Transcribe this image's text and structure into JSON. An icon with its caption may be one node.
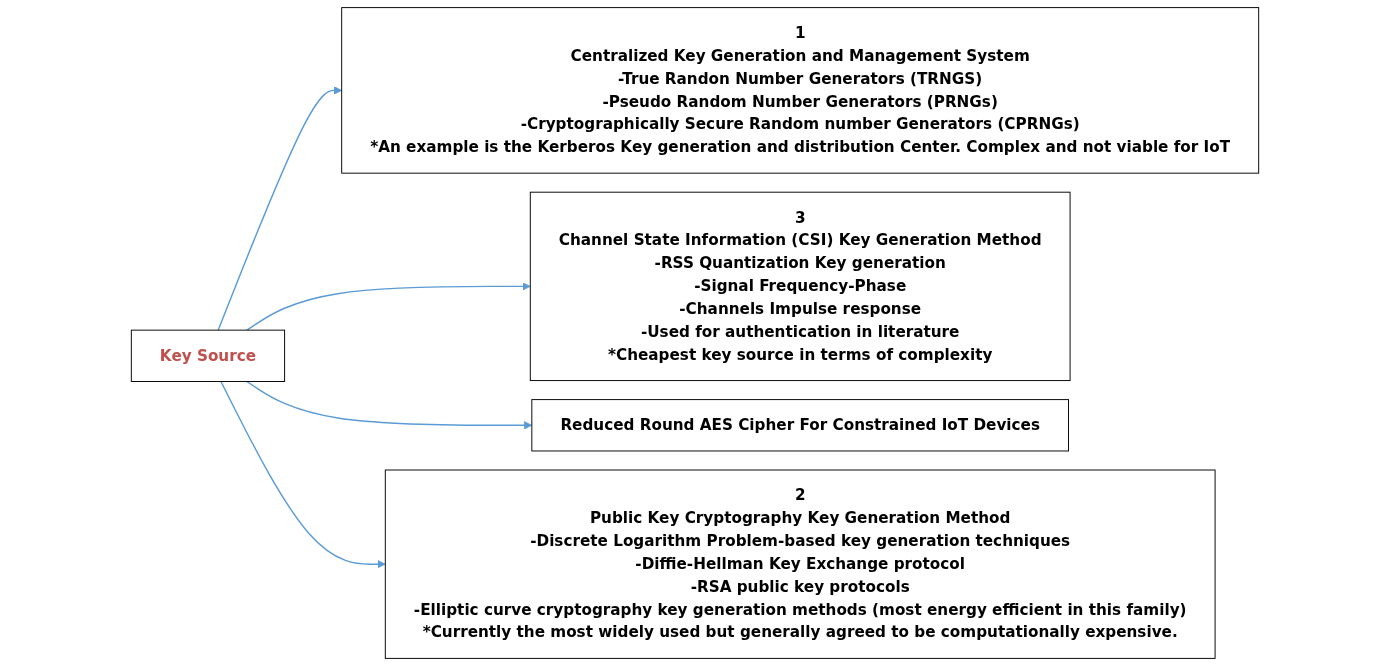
{
  "diagram": {
    "nodes": [
      {
        "text": [
          "1",
          "Centralized Key Generation and Management System",
          "-True Randon Number Generators (TRNGS)",
          "-Pseudo Random Number Generators (PRNGs)",
          "-Cryptographically Secure Random number Generators (CPRNGs)",
          "*An example is the Kerberos Key generation and distribution Center. Complex and not viable for IoT"
        ]
      },
      {
        "text": [
          "3",
          "Channel State Information (CSI) Key Generation Method",
          "-RSS Quantization Key generation",
          "-Signal Frequency-Phase",
          "-Channels Impulse response",
          "-Used for authentication in literature",
          "*Cheapest key source in terms of complexity"
        ]
      },
      {
        "text": [
          "Key Source"
        ]
      },
      {
        "text": [
          "Reduced Round AES Cipher For Constrained IoT Devices"
        ]
      },
      {
        "text": [
          "2",
          "Public Key Cryptography Key Generation Method",
          "-Discrete Logarithm Problem-based key generation techniques",
          "-Diffie-Hellman Key Exchange protocol",
          "-RSA public key protocols",
          "-Elliptic curve cryptography key generation methods (most energy efficient in this family)",
          "*Currently the most widely used but generally agreed to be computationally expensive."
        ]
      }
    ],
    "edges": [
      {
        "from": 2,
        "to": 0,
        "arrow": "to"
      },
      {
        "from": 2,
        "to": 1,
        "arrow": "to"
      },
      {
        "from": 2,
        "to": 3,
        "arrow": "to"
      },
      {
        "from": 2,
        "to": 4,
        "arrow": "to"
      }
    ]
  }
}
